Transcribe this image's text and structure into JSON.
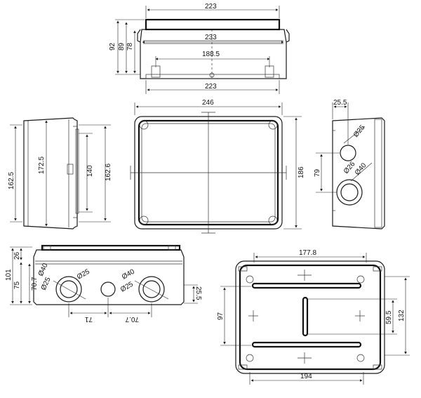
{
  "drawing": {
    "top_view": {
      "dims": {
        "w_top": "223",
        "h_92": "92",
        "h_89": "89",
        "h_78": "78",
        "inner_233": "233",
        "inner_188": "188.5",
        "w_bottom": "223"
      }
    },
    "side_left": {
      "dims": {
        "h_162_5": "162.5",
        "h_172_5": "172.5",
        "h_140": "140",
        "h_162_6": "162.6"
      }
    },
    "front_view": {
      "dims": {
        "w_246": "246",
        "h_186": "186"
      }
    },
    "side_right": {
      "dims": {
        "w_25_5": "25.5",
        "h_79": "79",
        "d_25": "Ø25",
        "d_26": "Ø26",
        "d_40": "Ø40"
      }
    },
    "bottom_left": {
      "dims": {
        "h_26": "26",
        "h_101": "101",
        "h_75": "75",
        "h_70_7": "70.7",
        "d40a": "Ø40",
        "d25a": "Ø25",
        "d25b": "Ø25",
        "d25c": "Ø25",
        "d40b": "Ø40",
        "w_25_5": "25.5",
        "w_71": "71",
        "w_70_7": "70.7"
      }
    },
    "bottom_right": {
      "dims": {
        "w_177_8": "177.8",
        "h_97": "97",
        "h_59_5": "59.5",
        "h_132": "132",
        "w_194": "194"
      }
    }
  }
}
